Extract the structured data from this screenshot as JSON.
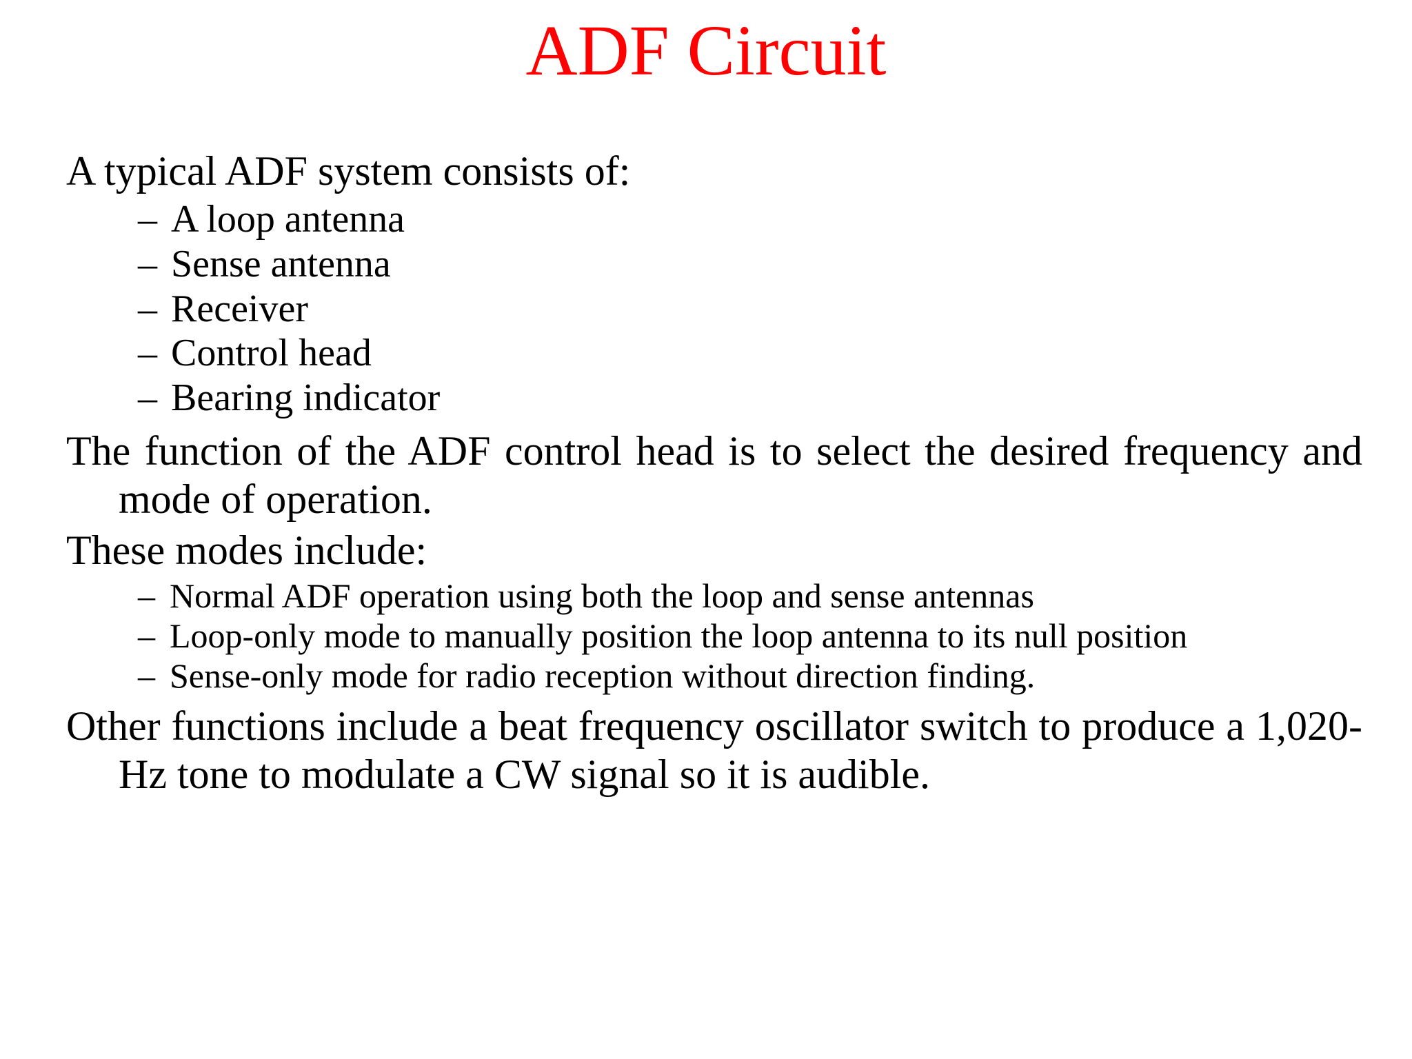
{
  "slide": {
    "background_color": "#ffffff",
    "title": {
      "text": "ADF Circuit",
      "color": "#ff0000"
    },
    "body": {
      "text_color": "#000000",
      "intro_line": "A typical ADF system consists of:",
      "components": {
        "marker": "–",
        "items": [
          "A loop antenna",
          "Sense antenna",
          "Receiver",
          "Control head",
          "Bearing indicator"
        ]
      },
      "control_head_paragraph": "The function of the ADF control head is to select the desired frequency and mode of operation.",
      "modes_intro": "These modes include:",
      "modes": {
        "marker": "–",
        "items": [
          "Normal ADF operation using both the loop and sense antennas",
          "Loop-only mode to manually position the loop antenna to its null position",
          "Sense-only mode for radio reception without direction finding."
        ]
      },
      "other_functions_paragraph": "Other functions include a beat frequency oscillator switch to produce a 1,020-Hz tone to modulate a CW signal so it is audible."
    }
  }
}
